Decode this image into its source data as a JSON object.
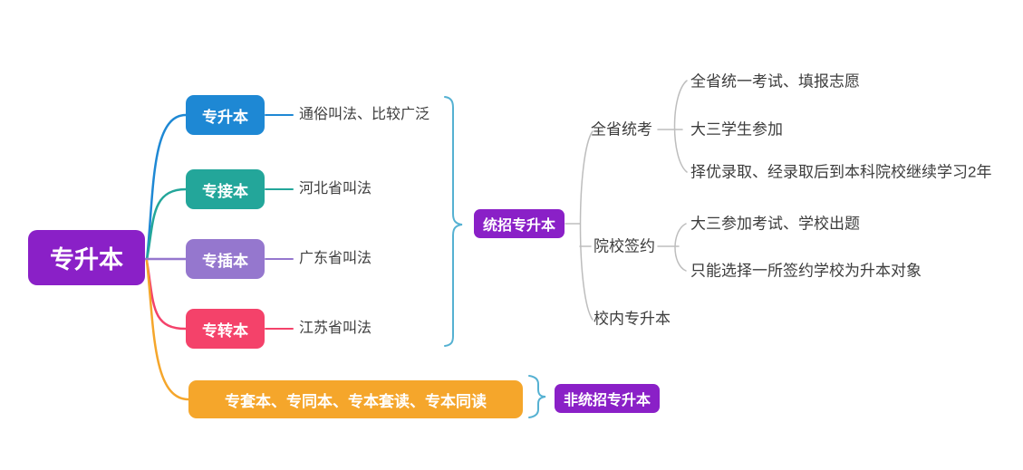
{
  "root": {
    "label": "专升本",
    "color": "#8A20C7"
  },
  "branches": [
    {
      "label": "专升本",
      "note": "通俗叫法、比较广泛",
      "color": "#1E88D4"
    },
    {
      "label": "专接本",
      "note": "河北省叫法",
      "color": "#23A69A"
    },
    {
      "label": "专插本",
      "note": "广东省叫法",
      "color": "#9577CE"
    },
    {
      "label": "专转本",
      "note": "江苏省叫法",
      "color": "#F4426A"
    },
    {
      "label": "专套本、专同本、专本套读、专本同读",
      "color": "#F5A62B"
    }
  ],
  "summaries": [
    {
      "label": "统招专升本",
      "color": "#8A20C7"
    },
    {
      "label": "非统招专升本",
      "color": "#8A20C7"
    }
  ],
  "tongzhao_children": [
    {
      "label": "全省统考",
      "children": [
        "全省统一考试、填报志愿",
        "大三学生参加",
        "择优录取、经录取后到本科院校继续学习2年"
      ]
    },
    {
      "label": "院校签约",
      "children": [
        "大三参加考试、学校出题",
        "只能选择一所签约学校为升本对象"
      ]
    },
    {
      "label": "校内专升本",
      "children": []
    }
  ],
  "colors": {
    "brace": "#55B1D2",
    "connector": "#BDBDBD",
    "text": "#3D3D3D",
    "background": "#FFFFFF"
  }
}
